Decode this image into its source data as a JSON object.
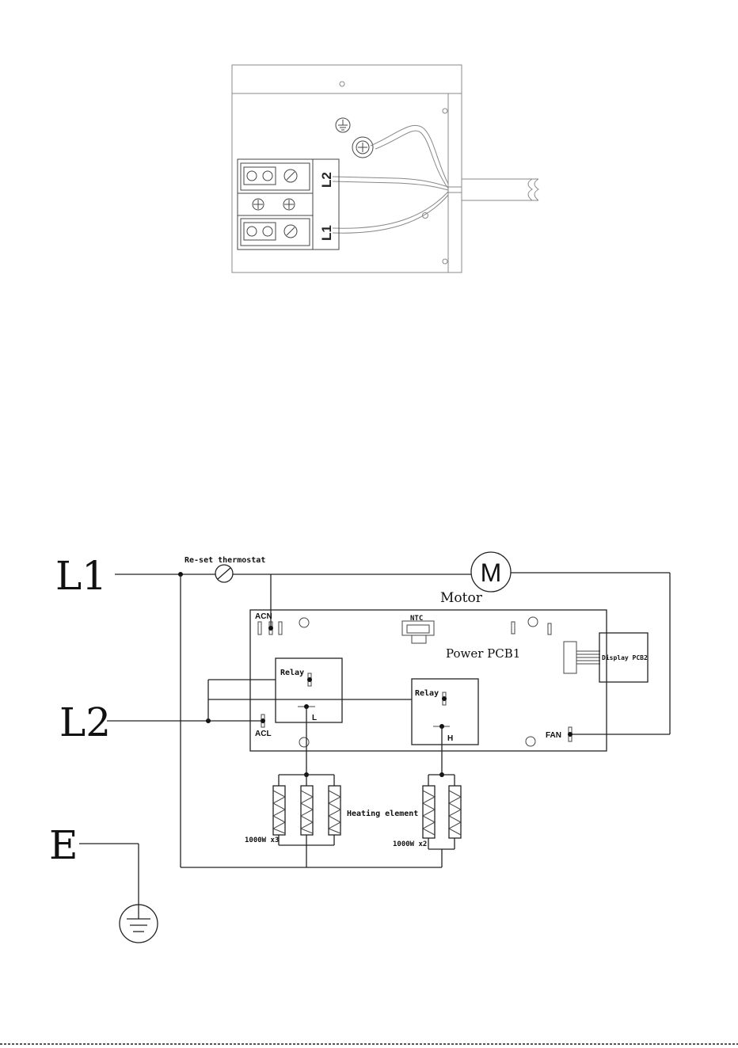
{
  "terminal": {
    "l2_label": "L2",
    "l1_label": "L1"
  },
  "schematic": {
    "l1": "L1",
    "l2": "L2",
    "e": "E",
    "motor_symbol": "M",
    "motor_label": "Motor",
    "thermostat": "Re-set thermostat",
    "acn": "ACN",
    "acl": "ACL",
    "ntc": "NTC",
    "power_pcb": "Power PCB1",
    "display_pcb": "Display PCB2",
    "relay_1": "Relay",
    "relay_2": "Relay",
    "l_tap": "L",
    "h_tap": "H",
    "fan": "FAN",
    "heating_element": "Heating element",
    "bank_1": "1000W x3",
    "bank_2": "1000W x2"
  }
}
